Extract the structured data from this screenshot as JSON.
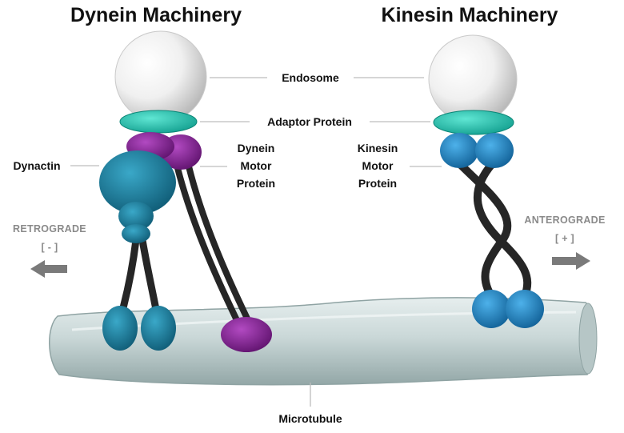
{
  "titles": {
    "dynein": "Dynein Machinery",
    "kinesin": "Kinesin Machinery"
  },
  "labels": {
    "endosome": "Endosome",
    "adaptor_protein": "Adaptor Protein",
    "dynactin": "Dynactin",
    "dynein_motor": [
      "Dynein",
      "Motor",
      "Protein"
    ],
    "kinesin_motor": [
      "Kinesin",
      "Motor",
      "Protein"
    ],
    "microtubule": "Microtubule"
  },
  "directions": {
    "retrograde": "RETROGRADE",
    "retrograde_sign": "[ - ]",
    "anterograde": "ANTEROGRADE",
    "anterograde_sign": "[ + ]"
  },
  "colors": {
    "endosome": "#f2f2f2",
    "adaptor": "#1fc7b3",
    "dynein_motor": "#8a1f9a",
    "dynactin": "#1a7fa0",
    "kinesin_motor": "#1e88c8",
    "stalk": "#2a2a2a",
    "microtubule": "#cfdcdc",
    "arrow": "#7a7a7a"
  }
}
